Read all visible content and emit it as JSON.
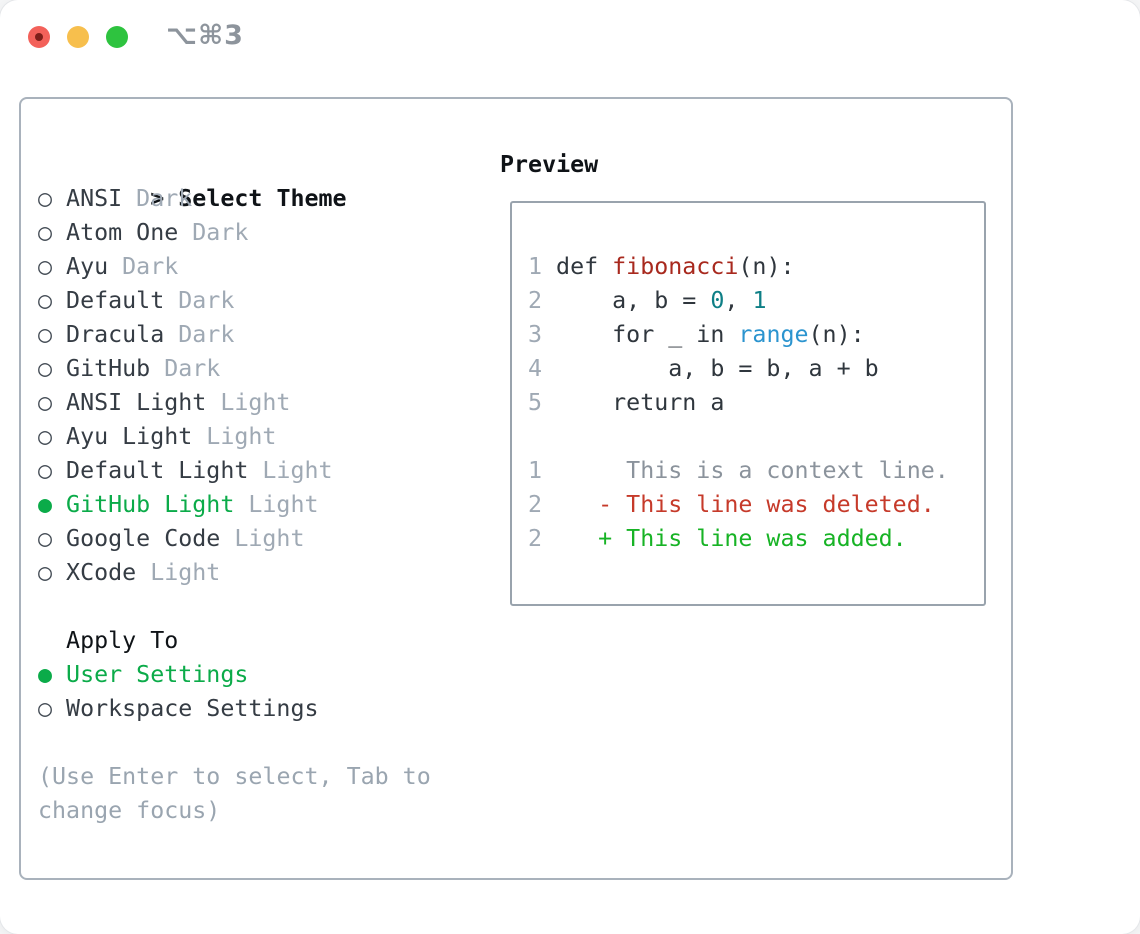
{
  "window": {
    "title": "⌥⌘3",
    "traffic_lights": [
      {
        "name": "close",
        "color": "#f3615a",
        "dot_color": "#7e1f1a"
      },
      {
        "name": "minimize",
        "color": "#f7bf4d"
      },
      {
        "name": "zoom",
        "color": "#2ec33f"
      }
    ]
  },
  "ui": {
    "marker_selected": "●",
    "marker_unselected": "○"
  },
  "theme_list": {
    "heading_marker": ">",
    "heading": "Select Theme",
    "items": [
      {
        "label": "ANSI",
        "tag": "Dark",
        "selected": false
      },
      {
        "label": "Atom One",
        "tag": "Dark",
        "selected": false
      },
      {
        "label": "Ayu",
        "tag": "Dark",
        "selected": false
      },
      {
        "label": "Default",
        "tag": "Dark",
        "selected": false
      },
      {
        "label": "Dracula",
        "tag": "Dark",
        "selected": false
      },
      {
        "label": "GitHub",
        "tag": "Dark",
        "selected": false
      },
      {
        "label": "ANSI Light",
        "tag": "Light",
        "selected": false
      },
      {
        "label": "Ayu Light",
        "tag": "Light",
        "selected": false
      },
      {
        "label": "Default Light",
        "tag": "Light",
        "selected": false
      },
      {
        "label": "GitHub Light",
        "tag": "Light",
        "selected": true
      },
      {
        "label": "Google Code",
        "tag": "Light",
        "selected": false
      },
      {
        "label": "XCode",
        "tag": "Light",
        "selected": false
      }
    ]
  },
  "apply_to": {
    "heading": "Apply To",
    "items": [
      {
        "label": "User Settings",
        "selected": true
      },
      {
        "label": "Workspace Settings",
        "selected": false
      }
    ]
  },
  "hint_lines": [
    "(Use Enter to select, Tab to",
    "change focus)"
  ],
  "preview": {
    "heading": "Preview",
    "lines": [
      {
        "num": "1",
        "kind": "code-line",
        "segments": [
          {
            "t": "def ",
            "c": "code"
          },
          {
            "t": "fibonacci",
            "c": "func"
          },
          {
            "t": "(n):",
            "c": "code"
          }
        ]
      },
      {
        "num": "2",
        "kind": "code-line",
        "segments": [
          {
            "t": "    a, b = ",
            "c": "code"
          },
          {
            "t": "0",
            "c": "number"
          },
          {
            "t": ", ",
            "c": "code"
          },
          {
            "t": "1",
            "c": "number"
          }
        ]
      },
      {
        "num": "3",
        "kind": "code-line",
        "segments": [
          {
            "t": "    for _ in ",
            "c": "code"
          },
          {
            "t": "range",
            "c": "builtin"
          },
          {
            "t": "(n):",
            "c": "code"
          }
        ]
      },
      {
        "num": "4",
        "kind": "code-line",
        "segments": [
          {
            "t": "        a, b = b, a + b",
            "c": "code"
          }
        ]
      },
      {
        "num": "5",
        "kind": "code-line",
        "segments": [
          {
            "t": "    return a",
            "c": "code"
          }
        ]
      },
      {
        "num": "",
        "kind": "blank-line",
        "segments": []
      },
      {
        "num": "1",
        "kind": "diff-context-line",
        "segments": [
          {
            "t": "     This is a context line.",
            "c": "context"
          }
        ]
      },
      {
        "num": "2",
        "kind": "diff-deleted-line",
        "segments": [
          {
            "t": "   - This line was deleted.",
            "c": "deleted"
          }
        ]
      },
      {
        "num": "2",
        "kind": "diff-added-line",
        "segments": [
          {
            "t": "   + This line was added.",
            "c": "added"
          }
        ]
      }
    ]
  },
  "colors": {
    "selection_green": "#0bab49",
    "added_green": "#17b325",
    "deleted_red": "#c63a2a",
    "function_red": "#a8291e",
    "number_teal": "#0e7f86",
    "builtin_blue": "#2b94cf",
    "muted_gray": "#9fa9b4",
    "text_dark": "#2f363d",
    "panel_border": "#a9b2bc",
    "preview_border": "#99a3ad",
    "traffic_red": "#f3615a",
    "traffic_yellow": "#f7bf4d",
    "traffic_green": "#2ec33f"
  }
}
